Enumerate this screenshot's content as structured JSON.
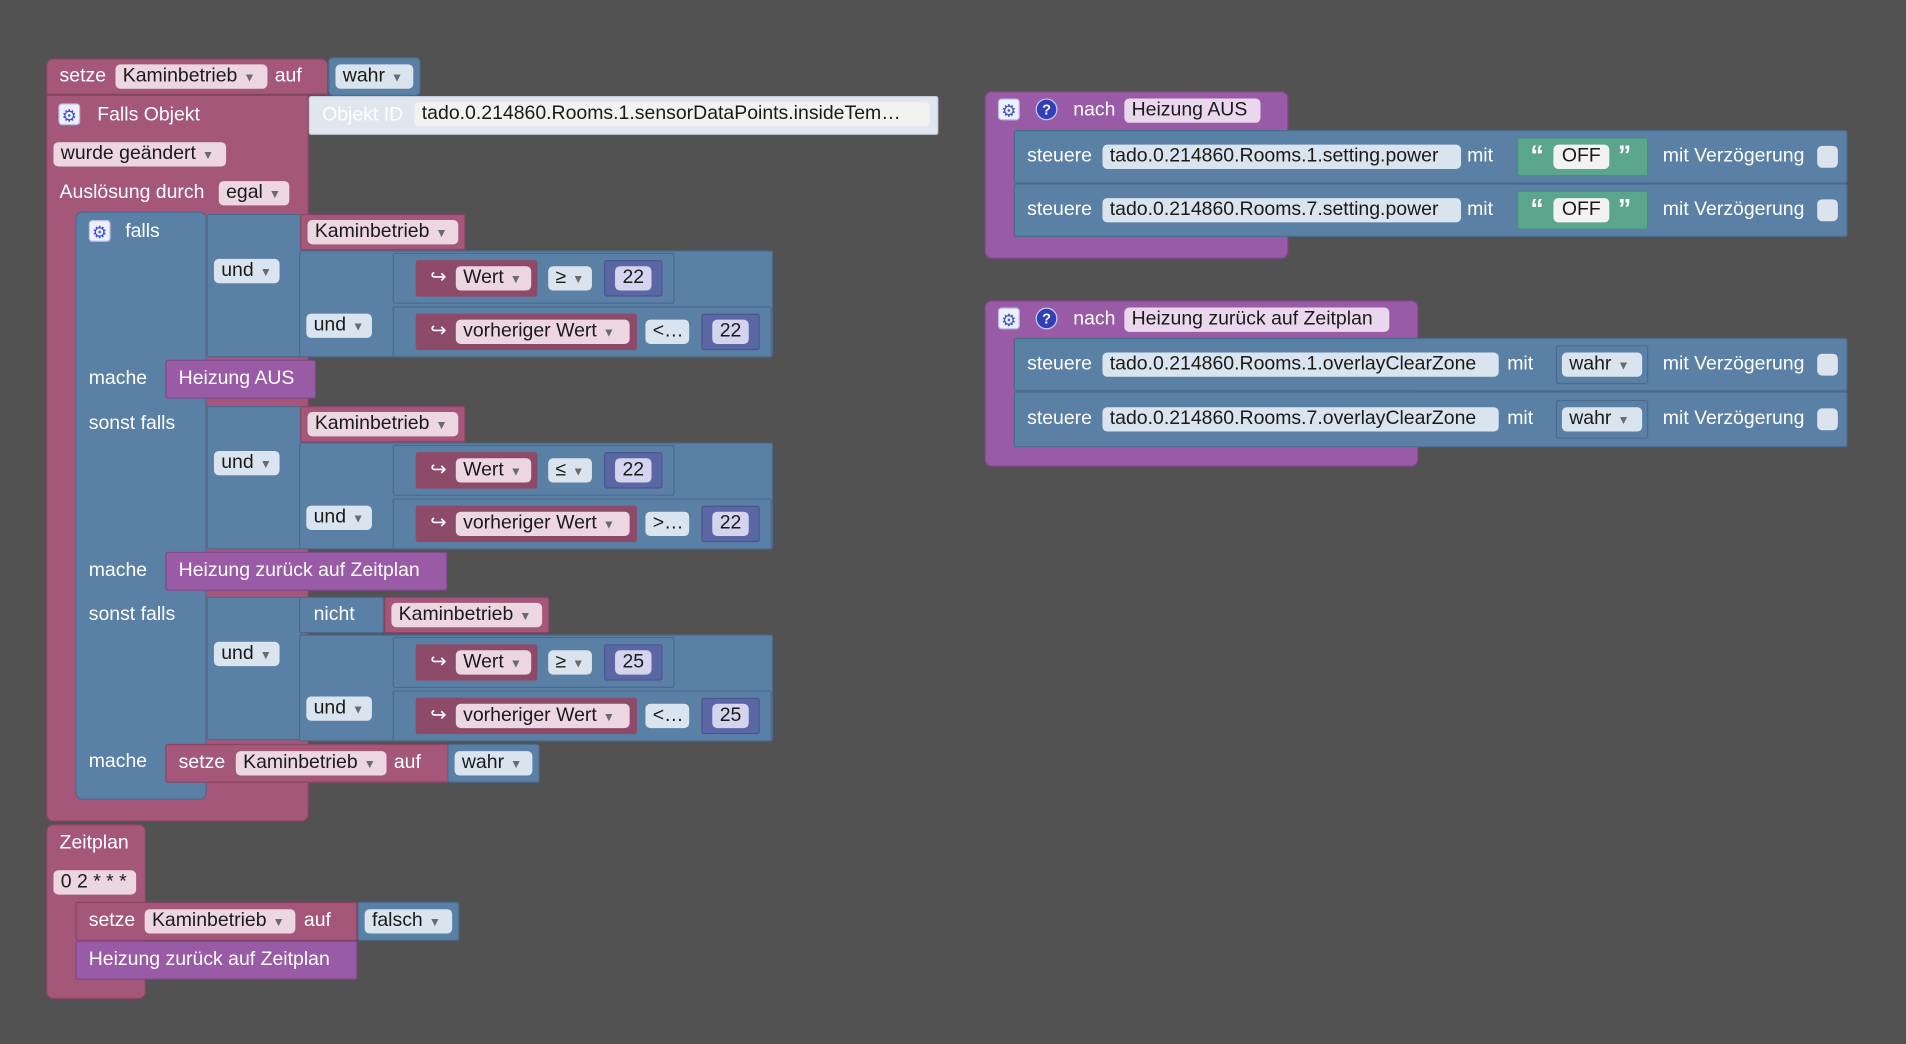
{
  "labels": {
    "setze": "setze",
    "auf": "auf",
    "falls_objekt": "Falls Objekt",
    "wurde_geaendert": "wurde geändert",
    "ausloesung_durch": "Auslösung durch",
    "egal": "egal",
    "objekt_id": "Objekt ID",
    "objekt_id_value": "tado.0.214860.Rooms.1.sensorDataPoints.insideTem…",
    "falls": "falls",
    "sonst_falls": "sonst falls",
    "mache": "mache",
    "und": "und",
    "nicht": "nicht",
    "wert": "Wert",
    "vorheriger_wert": "vorheriger Wert",
    "kaminbetrieb": "Kaminbetrieb",
    "wahr": "wahr",
    "falsch": "falsch",
    "zeitplan": "Zeitplan",
    "cron": "0 2 * * *",
    "nach": "nach",
    "steuere": "steuere",
    "mit": "mit",
    "mit_verzoegerung": "mit Verzögerung",
    "off": "OFF",
    "arrow": "↪"
  },
  "conditions": {
    "c1_op": "≥",
    "c1_val": "22",
    "c2_op": "<",
    "c2_val": "22",
    "c3_op": "≤",
    "c3_val": "22",
    "c4_op": ">",
    "c4_val": "22",
    "c5_op": "≥",
    "c5_val": "25",
    "c6_op": "<",
    "c6_val": "25"
  },
  "procedures": {
    "heizung_aus": "Heizung AUS",
    "heizung_zeitplan": "Heizung zurück auf Zeitplan"
  },
  "states": {
    "power_room1": "tado.0.214860.Rooms.1.setting.power",
    "power_room7": "tado.0.214860.Rooms.7.setting.power",
    "clear_room1": "tado.0.214860.Rooms.1.overlayClearZone",
    "clear_room7": "tado.0.214860.Rooms.7.overlayClearZone"
  },
  "colors": {
    "workspace": "#525252",
    "variable": "#a5577a",
    "logic": "#5b80a5",
    "procedure": "#995ba5",
    "text": "#5ba58c"
  }
}
